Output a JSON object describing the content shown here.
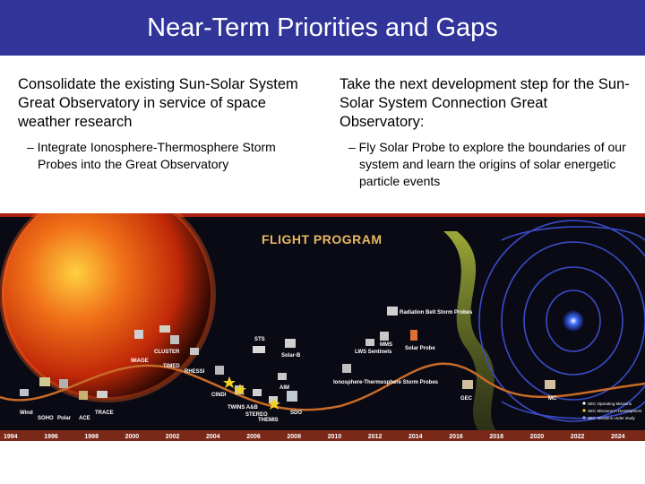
{
  "slide": {
    "title": "Near-Term Priorities and Gaps"
  },
  "left": {
    "lead": "Consolidate the existing Sun-Solar System Great Observatory in service of space weather research",
    "sub": "– Integrate Ionosphere-Thermosphere Storm Probes into the Great Observatory"
  },
  "right": {
    "lead": "Take the next development step for the Sun-Solar System Connection Great Observatory:",
    "sub": "– Fly Solar Probe to explore the boundaries of our system and learn the origins of solar energetic particle events"
  },
  "figure": {
    "banner": "FLIGHT PROGRAM",
    "years": [
      "1994",
      "1996",
      "1998",
      "2000",
      "2002",
      "2004",
      "2006",
      "2008",
      "2010",
      "2012",
      "2014",
      "2016",
      "2018",
      "2020",
      "2022",
      "2024"
    ],
    "missions": {
      "wind": "Wind",
      "soho": "SOHO",
      "polar": "Polar",
      "ace": "ACE",
      "trace": "TRACE",
      "image": "IMAGE",
      "cluster": "CLUSTER",
      "timed": "TIMED",
      "rhessi": "RHESSI",
      "cindi": "CINDI",
      "twins": "TWINS A&B",
      "stereo": "STEREO",
      "themis": "THEMIS",
      "sdo": "SDO",
      "sts": "STS",
      "solarb": "Solar-B",
      "aim": "AIM",
      "itsp": "Ionosphere-Thermosphere Storm Probes",
      "lws": "LWS Sentinels",
      "mms": "MMS",
      "rbsp": "Radiation Belt Storm Probes",
      "solarprobe": "Solar Probe",
      "gec": "GEC",
      "mc": "MC"
    },
    "legend": [
      "SEC Operating Missions",
      "SEC Missions in Development",
      "SEC Missions under study"
    ],
    "colors": {
      "background": "#0a0a14",
      "sun": "#e04010",
      "curve": "#c86a28",
      "banner_text": "#e8b860",
      "year_strip": "#7a2818",
      "label": "#ffffff",
      "magnetosphere": "#3a4cc8"
    }
  }
}
